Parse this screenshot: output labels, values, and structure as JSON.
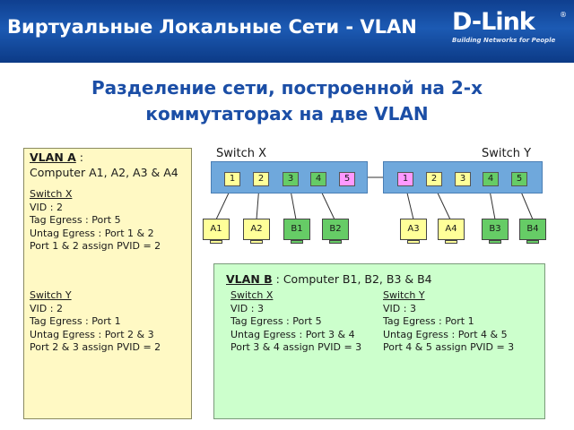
{
  "header": {
    "title": "Виртуальные Локальные Сети - VLAN",
    "logo_text": "D-Link",
    "logo_tagline": "Building Networks for People"
  },
  "slide": {
    "title_line1": "Разделение сети, построенной на 2-х",
    "title_line2": "коммутаторах на две VLAN"
  },
  "vlan_a": {
    "name": "VLAN A",
    "colon": " :",
    "members": "Computer A1, A2, A3 & A4",
    "switch_x": {
      "title": "Switch X",
      "lines": [
        "VID : 2",
        "Tag Egress : Port 5",
        "Untag Egress : Port 1 & 2",
        "Port 1 & 2 assign PVID = 2"
      ]
    },
    "switch_y": {
      "title": "Switch Y",
      "lines": [
        "VID : 2",
        "Tag Egress : Port 1",
        "Untag Egress : Port 2 & 3",
        "Port 2 & 3 assign PVID = 2"
      ]
    }
  },
  "vlan_b": {
    "name": "VLAN B",
    "members": " : Computer B1, B2, B3 & B4",
    "switch_x": {
      "title": "Switch X",
      "lines": [
        "VID : 3",
        "Tag Egress : Port 5",
        "Untag Egress : Port 3 & 4",
        "Port 3 & 4 assign PVID = 3"
      ]
    },
    "switch_y": {
      "title": "Switch Y",
      "lines": [
        "VID : 3",
        "Tag Egress : Port 1",
        "Untag Egress : Port 4 & 5",
        "Port 4 & 5 assign PVID = 3"
      ]
    }
  },
  "diagram": {
    "switch_x_label": "Switch X",
    "switch_y_label": "Switch Y",
    "switch_x_ports": [
      {
        "label": "1",
        "color": "#ffff99"
      },
      {
        "label": "2",
        "color": "#ffff99"
      },
      {
        "label": "3",
        "color": "#66cc66"
      },
      {
        "label": "4",
        "color": "#66cc66"
      },
      {
        "label": "5",
        "color": "#ff99ff"
      }
    ],
    "switch_y_ports": [
      {
        "label": "1",
        "color": "#ff99ff"
      },
      {
        "label": "2",
        "color": "#ffff99"
      },
      {
        "label": "3",
        "color": "#ffff99"
      },
      {
        "label": "4",
        "color": "#66cc66"
      },
      {
        "label": "5",
        "color": "#66cc66"
      }
    ],
    "computers_x": [
      {
        "label": "A1",
        "color": "#ffff99"
      },
      {
        "label": "A2",
        "color": "#ffff99"
      },
      {
        "label": "B1",
        "color": "#66cc66"
      },
      {
        "label": "B2",
        "color": "#66cc66"
      }
    ],
    "computers_y": [
      {
        "label": "A3",
        "color": "#ffff99"
      },
      {
        "label": "A4",
        "color": "#ffff99"
      },
      {
        "label": "B3",
        "color": "#66cc66"
      },
      {
        "label": "B4",
        "color": "#66cc66"
      }
    ],
    "colors": {
      "switch_body": "#6fa8dc",
      "vlan_a_box": "#fff9c4",
      "vlan_b_box": "#ccffcc",
      "title_blue": "#1b4ea6",
      "header_blue": "#1c5ab3"
    }
  }
}
